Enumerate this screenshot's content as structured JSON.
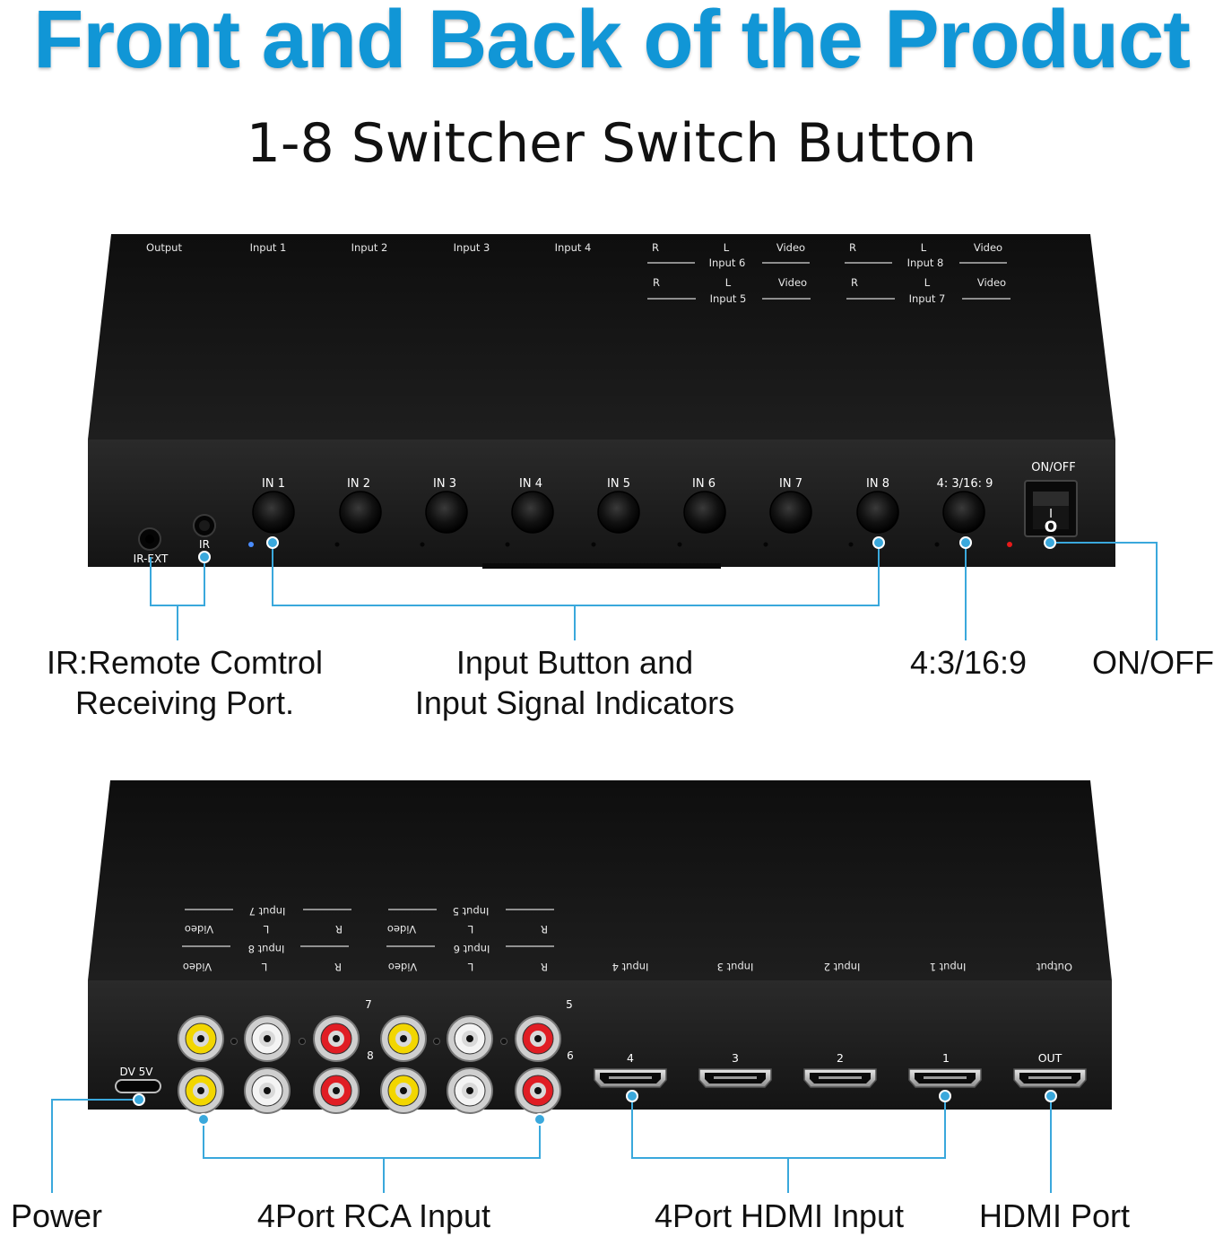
{
  "title": "Front and Back of the Product",
  "subtitle": "1-8 Switcher Switch Button",
  "front": {
    "top_labels": {
      "output": "Output",
      "input1": "Input 1",
      "input2": "Input 2",
      "input3": "Input 3",
      "input4": "Input 4",
      "r": "R",
      "l": "L",
      "video": "Video",
      "input6": "Input 6",
      "input8": "Input 8",
      "input5": "Input 5",
      "input7": "Input 7"
    },
    "buttons": [
      "IN 1",
      "IN 2",
      "IN 3",
      "IN 4",
      "IN 5",
      "IN 6",
      "IN 7",
      "IN 8",
      "4:  3/16:  9"
    ],
    "ir_ext": "IR-EXT",
    "ir": "IR",
    "on_off_label": "ON/OFF",
    "switch_marks": {
      "on": "I",
      "off": "O"
    }
  },
  "front_callouts": {
    "ir_line1": "IR:Remote Comtrol",
    "ir_line2": "Receiving Port.",
    "input_line1": "Input Button and",
    "input_line2": "Input Signal Indicators",
    "aspect": "4:3/16:9",
    "onoff": "ON/OFF"
  },
  "back": {
    "mirror_labels": {
      "video": "Video",
      "l": "L",
      "r": "R",
      "input7": "Input 7",
      "input8": "Input 8",
      "input5": "Input 5",
      "input6": "Input 6",
      "input4": "Input 4",
      "input3": "Input 3",
      "input2": "Input 2",
      "input1": "Input 1",
      "output": "Output"
    },
    "dc": "DV 5V",
    "rca_numbers": [
      "7",
      "8",
      "5",
      "6"
    ],
    "hdmi_labels": [
      "4",
      "3",
      "2",
      "1",
      "OUT"
    ]
  },
  "back_callouts": {
    "power": "Power",
    "rca": "4Port RCA Input",
    "hdmi_in": "4Port HDMI Input",
    "hdmi_out": "HDMI Port"
  },
  "colors": {
    "accent": "#1196d6",
    "device": "#1a1a1a",
    "callout_line": "#3aa8dc"
  }
}
